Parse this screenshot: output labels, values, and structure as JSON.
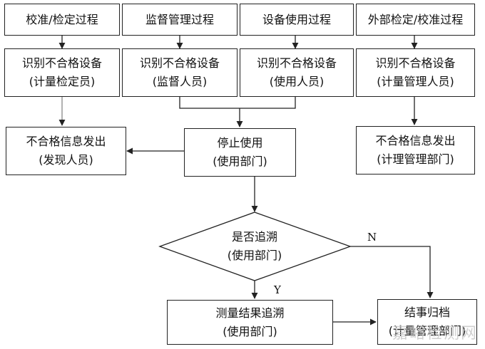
{
  "top_row": [
    "校准/检定过程",
    "监督管理过程",
    "设备使用过程",
    "外部检定/校准过程"
  ],
  "identify_row": [
    {
      "line1": "识别不合格设备",
      "line2": "(计量检定员)"
    },
    {
      "line1": "识别不合格设备",
      "line2": "(监督人员)"
    },
    {
      "line1": "识别不合格设备",
      "line2": "(使用人员)"
    },
    {
      "line1": "识别不合格设备",
      "line2": "(计量管理人员)"
    }
  ],
  "info_left": {
    "line1": "不合格信息发出",
    "line2": "(发现人员)"
  },
  "stop_use": {
    "line1": "停止使用",
    "line2": "(使用部门)"
  },
  "info_right": {
    "line1": "不合格信息发出",
    "line2": "(计理管理部门)"
  },
  "decision": {
    "line1": "是否追溯",
    "line2": "(使用部门)"
  },
  "branch_no": "N",
  "branch_yes": "Y",
  "trace": {
    "line1": "测量结果追溯",
    "line2": "(使用部门)"
  },
  "archive": {
    "line1": "结事归档",
    "line2": "(计量管理部门)"
  },
  "watermark": "嘉峪检测网"
}
